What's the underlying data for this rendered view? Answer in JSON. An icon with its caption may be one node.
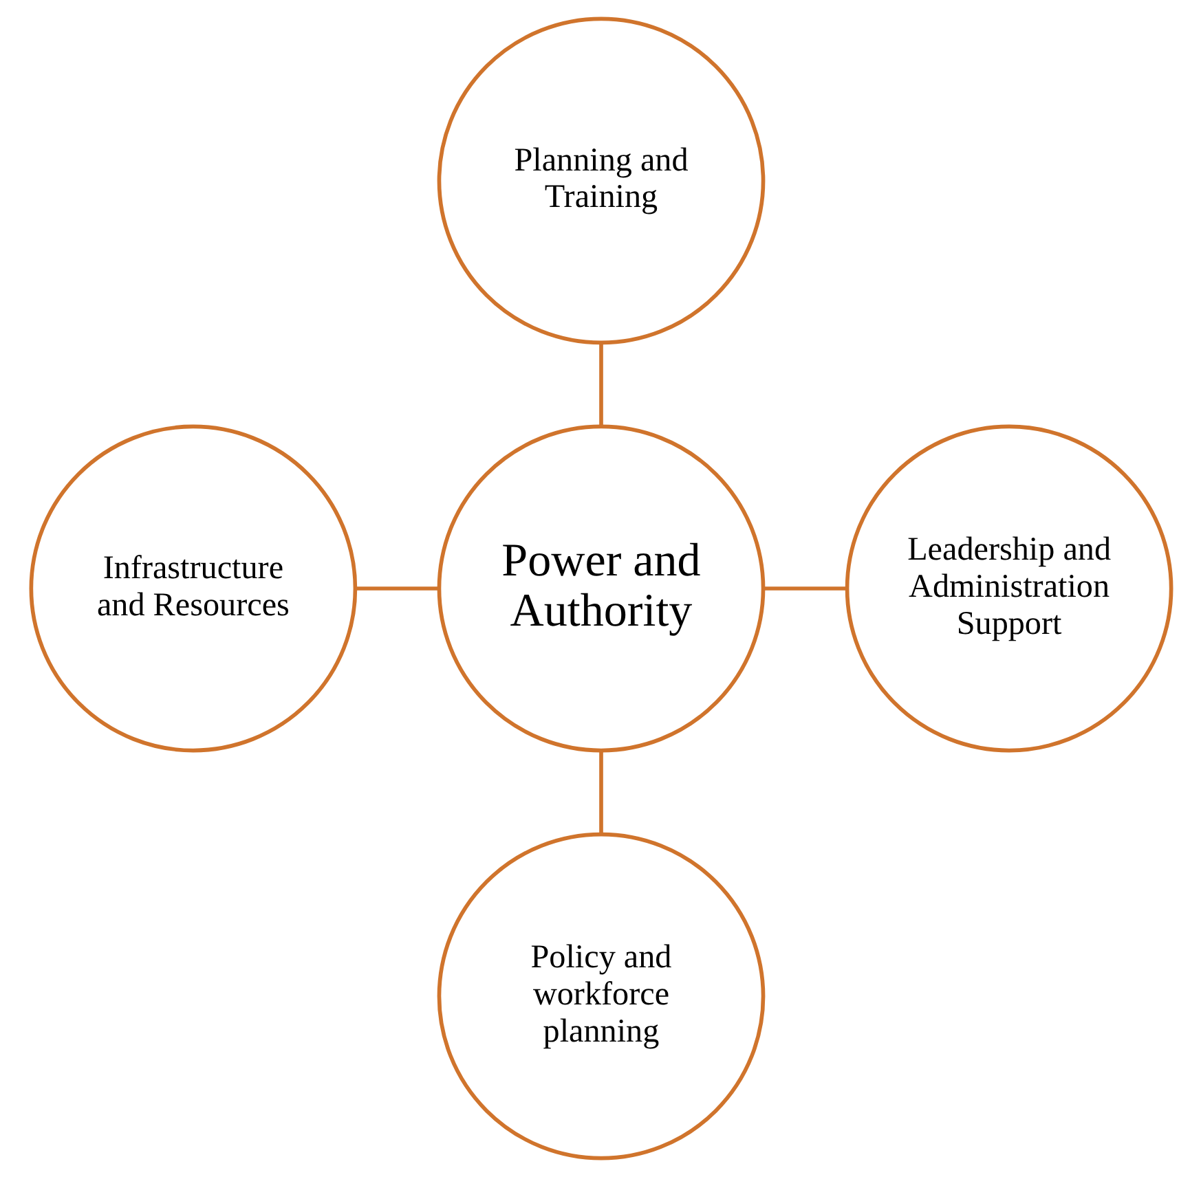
{
  "diagram": {
    "nodes": [
      {
        "text": [
          "Planning and Training"
        ]
      },
      {
        "text": [
          "Infrastructure and Resources"
        ]
      },
      {
        "text": [
          "Power and Authority"
        ]
      },
      {
        "text": [
          "Leadership and Administration Support"
        ]
      },
      {
        "text": [
          "Policy and workforce planning"
        ]
      }
    ],
    "edges": [
      {
        "from": 0,
        "to": 2,
        "arrow": "none"
      },
      {
        "from": 1,
        "to": 2,
        "arrow": "none"
      },
      {
        "from": 2,
        "to": 3,
        "arrow": "none"
      },
      {
        "from": 2,
        "to": 4,
        "arrow": "none"
      }
    ]
  }
}
